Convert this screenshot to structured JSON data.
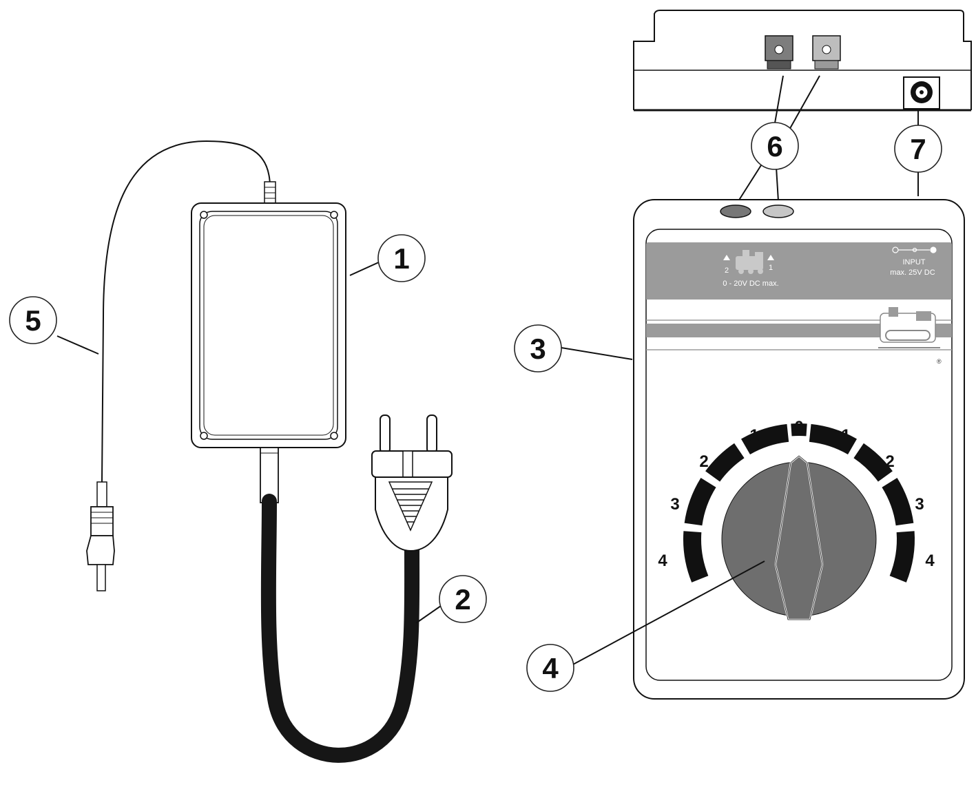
{
  "callouts": {
    "c1": "1",
    "c2": "2",
    "c3": "3",
    "c4": "4",
    "c5": "5",
    "c6": "6",
    "c7": "7"
  },
  "panel": {
    "track_left": "2",
    "track_right": "1",
    "output_label": "0 - 20V DC max.",
    "input_label": "INPUT",
    "input_rating": "max. 25V DC"
  },
  "dial": {
    "scale_left": [
      "4",
      "3",
      "2",
      "1"
    ],
    "center": "0",
    "scale_right": [
      "1",
      "2",
      "3",
      "4"
    ]
  },
  "colors": {
    "outline": "#1a1a1a",
    "panel_gray": "#9b9b9b",
    "knob_gray": "#6e6e6e",
    "scale_black": "#111111",
    "cable_black": "#161616"
  }
}
